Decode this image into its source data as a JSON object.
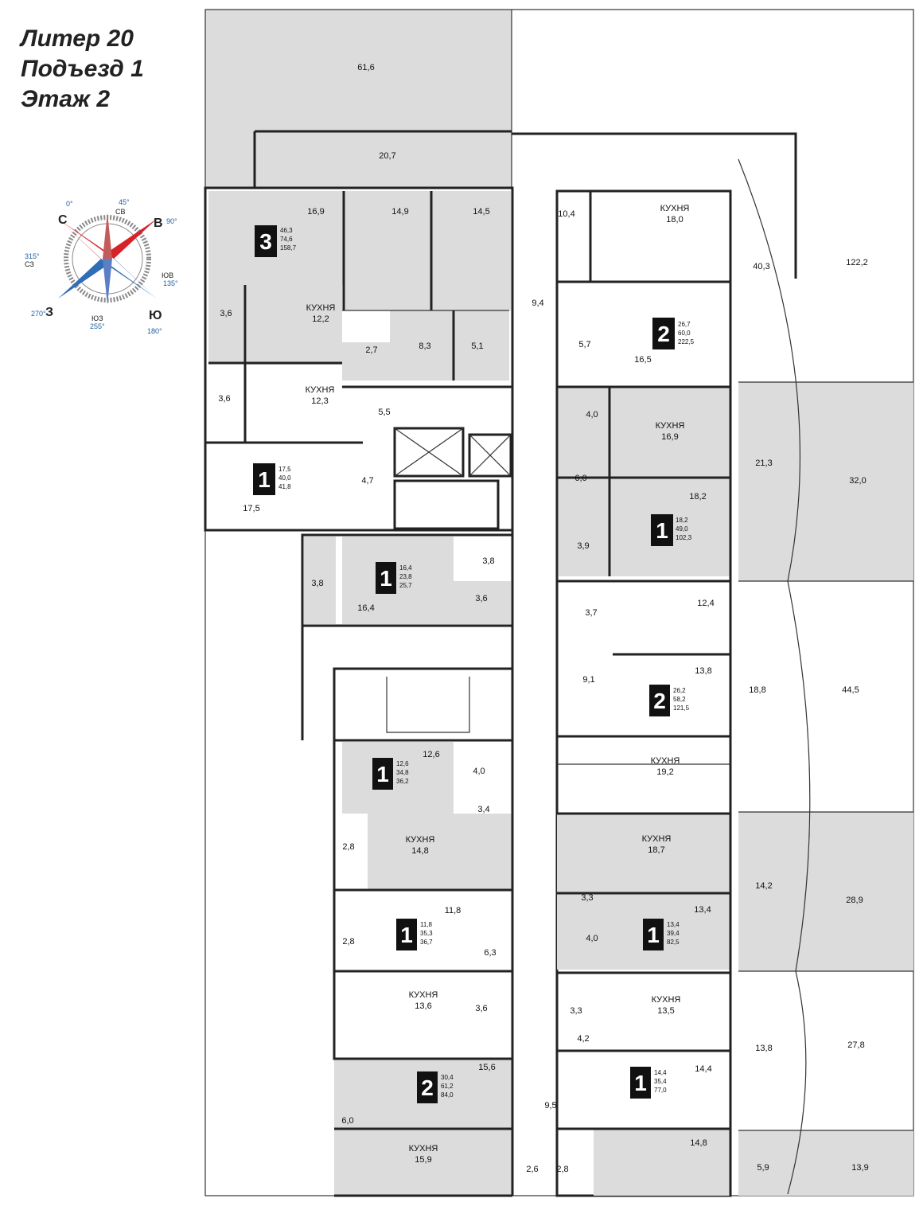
{
  "header": {
    "liter": "Литер 20",
    "entrance": "Подъезд 1",
    "floor": "Этаж 2"
  },
  "compass": {
    "north": "С",
    "north_deg": "0°",
    "ne": "СВ",
    "ne_deg": "45°",
    "east": "В",
    "east_deg": "90°",
    "se": "ЮВ",
    "se_deg": "135°",
    "south": "Ю",
    "south_deg": "180°",
    "sw": "ЮЗ",
    "sw_deg": "255°",
    "west": "З",
    "west_deg": "270°",
    "nw": "СЗ",
    "nw_deg": "315°",
    "colors": {
      "red": "#d6232a",
      "blue": "#2f6db5",
      "ring": "#8a8a8a"
    }
  },
  "colors": {
    "shaded_room": "#dcdcdc",
    "walls": "#222222",
    "badge": "#111111"
  },
  "apartments": [
    {
      "rooms": "3",
      "s1": "46,3",
      "s2": "74,6",
      "s3": "158,7"
    },
    {
      "rooms": "2",
      "s1": "26,7",
      "s2": "60,0",
      "s3": "222,5"
    },
    {
      "rooms": "1",
      "s1": "17,5",
      "s2": "40,0",
      "s3": "41,8"
    },
    {
      "rooms": "1",
      "s1": "18,2",
      "s2": "49,0",
      "s3": "102,3"
    },
    {
      "rooms": "1",
      "s1": "16,4",
      "s2": "23,8",
      "s3": "25,7"
    },
    {
      "rooms": "2",
      "s1": "26,2",
      "s2": "58,2",
      "s3": "121,5"
    },
    {
      "rooms": "1",
      "s1": "12,6",
      "s2": "34,8",
      "s3": "36,2"
    },
    {
      "rooms": "1",
      "s1": "11,8",
      "s2": "35,3",
      "s3": "36,7"
    },
    {
      "rooms": "1",
      "s1": "13,4",
      "s2": "39,4",
      "s3": "82,5"
    },
    {
      "rooms": "2",
      "s1": "30,4",
      "s2": "61,2",
      "s3": "84,0"
    },
    {
      "rooms": "1",
      "s1": "14,4",
      "s2": "35,4",
      "s3": "77,0"
    }
  ],
  "rooms": [
    {
      "name": "",
      "area": "61,6"
    },
    {
      "name": "",
      "area": "20,7"
    },
    {
      "name": "",
      "area": "16,9"
    },
    {
      "name": "",
      "area": "14,9"
    },
    {
      "name": "",
      "area": "14,5"
    },
    {
      "name": "",
      "area": "10,4"
    },
    {
      "name": "КУХНЯ",
      "area": "18,0"
    },
    {
      "name": "",
      "area": "40,3"
    },
    {
      "name": "",
      "area": "122,2"
    },
    {
      "name": "",
      "area": "3,6"
    },
    {
      "name": "КУХНЯ",
      "area": "12,2"
    },
    {
      "name": "",
      "area": "2,7"
    },
    {
      "name": "",
      "area": "8,3"
    },
    {
      "name": "",
      "area": "5,1"
    },
    {
      "name": "",
      "area": "9,4"
    },
    {
      "name": "",
      "area": "5,7"
    },
    {
      "name": "",
      "area": "16,5"
    },
    {
      "name": "",
      "area": "3,6"
    },
    {
      "name": "КУХНЯ",
      "area": "12,3"
    },
    {
      "name": "",
      "area": "5,5"
    },
    {
      "name": "",
      "area": "4,0"
    },
    {
      "name": "КУХНЯ",
      "area": "16,9"
    },
    {
      "name": "",
      "area": "21,3"
    },
    {
      "name": "",
      "area": "32,0"
    },
    {
      "name": "",
      "area": "4,7"
    },
    {
      "name": "",
      "area": "6,0"
    },
    {
      "name": "",
      "area": "18,2"
    },
    {
      "name": "",
      "area": "17,5"
    },
    {
      "name": "",
      "area": "3,9"
    },
    {
      "name": "",
      "area": "3,8"
    },
    {
      "name": "",
      "area": "3,8"
    },
    {
      "name": "",
      "area": "16,4"
    },
    {
      "name": "",
      "area": "3,6"
    },
    {
      "name": "",
      "area": "3,7"
    },
    {
      "name": "",
      "area": "12,4"
    },
    {
      "name": "",
      "area": "9,1"
    },
    {
      "name": "",
      "area": "13,8"
    },
    {
      "name": "",
      "area": "18,8"
    },
    {
      "name": "",
      "area": "44,5"
    },
    {
      "name": "",
      "area": "12,6"
    },
    {
      "name": "",
      "area": "4,0"
    },
    {
      "name": "КУХНЯ",
      "area": "19,2"
    },
    {
      "name": "",
      "area": "3,4"
    },
    {
      "name": "",
      "area": "2,8"
    },
    {
      "name": "КУХНЯ",
      "area": "14,8"
    },
    {
      "name": "КУХНЯ",
      "area": "18,7"
    },
    {
      "name": "",
      "area": "14,2"
    },
    {
      "name": "",
      "area": "28,9"
    },
    {
      "name": "",
      "area": "11,8"
    },
    {
      "name": "",
      "area": "3,3"
    },
    {
      "name": "",
      "area": "13,4"
    },
    {
      "name": "",
      "area": "2,8"
    },
    {
      "name": "",
      "area": "6,3"
    },
    {
      "name": "",
      "area": "4,0"
    },
    {
      "name": "КУХНЯ",
      "area": "13,6"
    },
    {
      "name": "",
      "area": "3,6"
    },
    {
      "name": "",
      "area": "3,3"
    },
    {
      "name": "КУХНЯ",
      "area": "13,5"
    },
    {
      "name": "",
      "area": "4,2"
    },
    {
      "name": "",
      "area": "13,8"
    },
    {
      "name": "",
      "area": "27,8"
    },
    {
      "name": "",
      "area": "15,6"
    },
    {
      "name": "",
      "area": "14,4"
    },
    {
      "name": "",
      "area": "6,0"
    },
    {
      "name": "",
      "area": "9,5"
    },
    {
      "name": "КУХНЯ",
      "area": "15,9"
    },
    {
      "name": "",
      "area": "2,6"
    },
    {
      "name": "",
      "area": "2,8"
    },
    {
      "name": "",
      "area": "14,8"
    },
    {
      "name": "",
      "area": "5,9"
    },
    {
      "name": "",
      "area": "13,9"
    }
  ]
}
